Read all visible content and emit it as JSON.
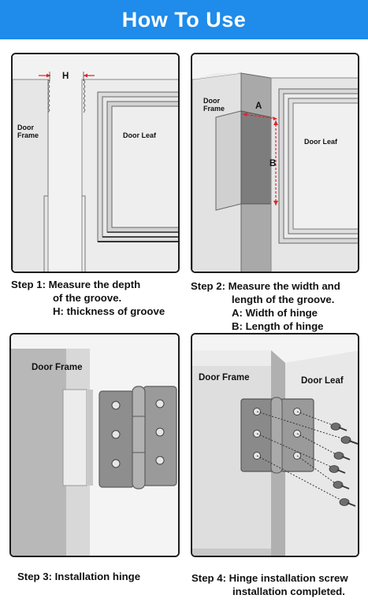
{
  "header": {
    "title": "How To Use"
  },
  "panel1": {
    "label_h": "H",
    "label_door_frame_line1": "Door",
    "label_door_frame_line2": "Frame",
    "label_door_leaf": "Door Leaf"
  },
  "panel2": {
    "label_door_frame_line1": "Door",
    "label_door_frame_line2": "Frame",
    "label_a": "A",
    "label_b": "B",
    "label_door_leaf": "Door Leaf"
  },
  "panel3": {
    "label_door_frame": "Door Frame"
  },
  "panel4": {
    "label_door_frame": "Door Frame",
    "label_door_leaf": "Door Leaf"
  },
  "steps": {
    "step1": {
      "line1": "Step 1: Measure the depth",
      "line2": "of the groove.",
      "line3": "H: thickness of groove"
    },
    "step2": {
      "line1": "Step 2: Measure the width and",
      "line2": "length of the groove.",
      "line3": "A: Width of hinge",
      "line4": "B: Length of hinge"
    },
    "step3": {
      "line1": "Step 3: Installation hinge"
    },
    "step4": {
      "line1": "Step 4: Hinge installation screw",
      "line2": "installation completed."
    }
  },
  "colors": {
    "banner": "#1f8bea",
    "frame_gray": "#d9d9d9",
    "hinge_gray": "#8c8c8c",
    "measure_red": "#e0262a"
  }
}
